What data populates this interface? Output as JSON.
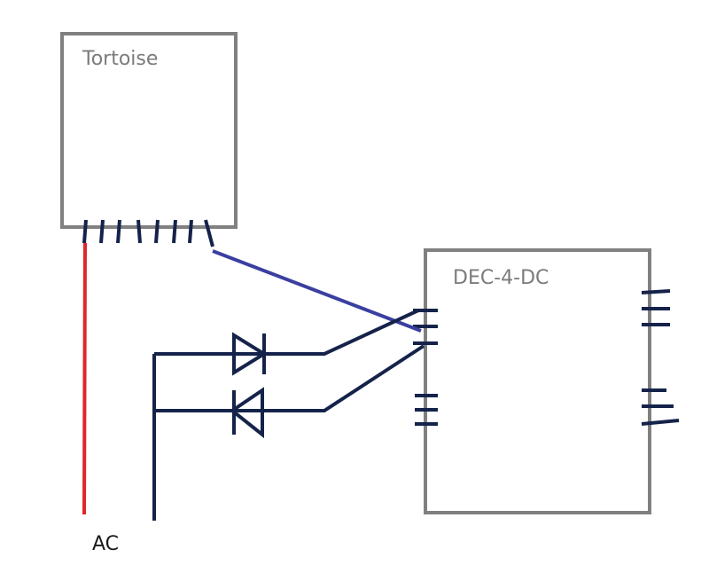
{
  "labels": {
    "tortoise": "Tortoise",
    "decoder": "DEC-4-DC",
    "ac": "AC"
  },
  "colors": {
    "box_border": "#808080",
    "box_label": "#7b7b7b",
    "wire_dark": "#15234a",
    "wire_blue": "#3a3fa0",
    "wire_red": "#e0262a",
    "ac_label": "#1a1a1a"
  }
}
